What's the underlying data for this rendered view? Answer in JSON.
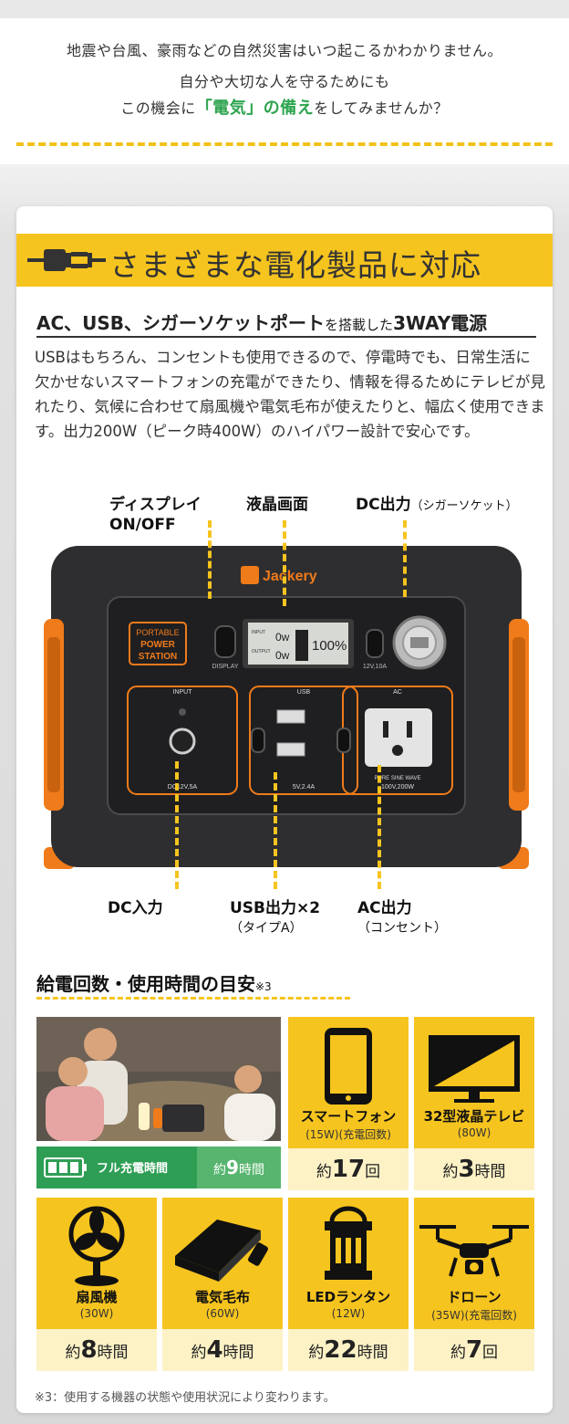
{
  "intro": {
    "line1": "地震や台風、豪雨などの自然災害はいつ起こるかわかりません。",
    "line2": "自分や大切な人を守るためにも",
    "line3_pre": "この機会に",
    "line3_hl": "「電気」の備え",
    "line3_post": "をしてみませんか？"
  },
  "banner": {
    "title": "さまざまな電化製品に対応"
  },
  "subheading": {
    "main": "AC、USB、シガーソケットポート",
    "mid": "を搭載した",
    "tail": "3WAY電源"
  },
  "description": "USBはもちろん、コンセントも使用できるので、停電時でも、日常生活に欠かせないスマートフォンの充電ができたり、情報を得るためにテレビが見れたり、気候に合わせて扇風機や電気毛布が使えたりと、幅広く使用できます。出力200W（ピーク時400W）のハイパワー設計で安心です。",
  "callouts": {
    "display": "ディスプレイ",
    "display2": "ON/OFF",
    "lcd": "液晶画面",
    "dc_out": "DC出力",
    "dc_out_sub": "（シガーソケット）",
    "dc_in": "DC入力",
    "usb_out": "USB出力×2",
    "usb_out_sub": "（タイプA）",
    "ac_out": "AC出力",
    "ac_out_sub": "（コンセント）"
  },
  "device": {
    "brand": "Jackery",
    "badge": [
      "PORTABLE",
      "POWER",
      "STATION"
    ],
    "display_lbl": "DISPLAY",
    "input_lbl": "INPUT",
    "output_lbl": "OUTPUT",
    "in_val": "0w",
    "out_val": "0w",
    "percent": "100%",
    "dc_rating": "12V,10A",
    "sec_input": "INPUT",
    "sec_usb": "USB",
    "sec_ac": "AC",
    "dc_in_rating": "DC12V,5A",
    "usb_rating": "5V,2.4A",
    "ac_wave": "PURE SINE WAVE",
    "ac_rating": "100V,200W"
  },
  "section": {
    "title": "給電回数・使用時間の目安",
    "note": "※3"
  },
  "charge": {
    "label": "フル充電時間",
    "prefix": "約",
    "value": "9",
    "unit": "時間"
  },
  "tiles": [
    {
      "icon": "smartphone-icon",
      "name": "スマートフォン",
      "watt": "(15W)(充電回数)",
      "prefix": "約",
      "value": "17",
      "unit": "回"
    },
    {
      "icon": "tv-icon",
      "name": "32型液晶テレビ",
      "watt": "(80W)",
      "prefix": "約",
      "value": "3",
      "unit": "時間"
    },
    {
      "icon": "fan-icon",
      "name": "扇風機",
      "watt": "(30W)",
      "prefix": "約",
      "value": "8",
      "unit": "時間"
    },
    {
      "icon": "blanket-icon",
      "name": "電気毛布",
      "watt": "(60W)",
      "prefix": "約",
      "value": "4",
      "unit": "時間"
    },
    {
      "icon": "lantern-icon",
      "name": "LEDランタン",
      "watt": "(12W)",
      "prefix": "約",
      "value": "22",
      "unit": "時間"
    },
    {
      "icon": "drone-icon",
      "name": "ドローン",
      "watt": "(35W)(充電回数)",
      "prefix": "約",
      "value": "7",
      "unit": "回"
    }
  ],
  "footnote": "※3：使用する機器の状態や使用状況により変わります。",
  "colors": {
    "accent": "#f6c41f",
    "green": "#2f9e55",
    "orange": "#f07b1a"
  }
}
